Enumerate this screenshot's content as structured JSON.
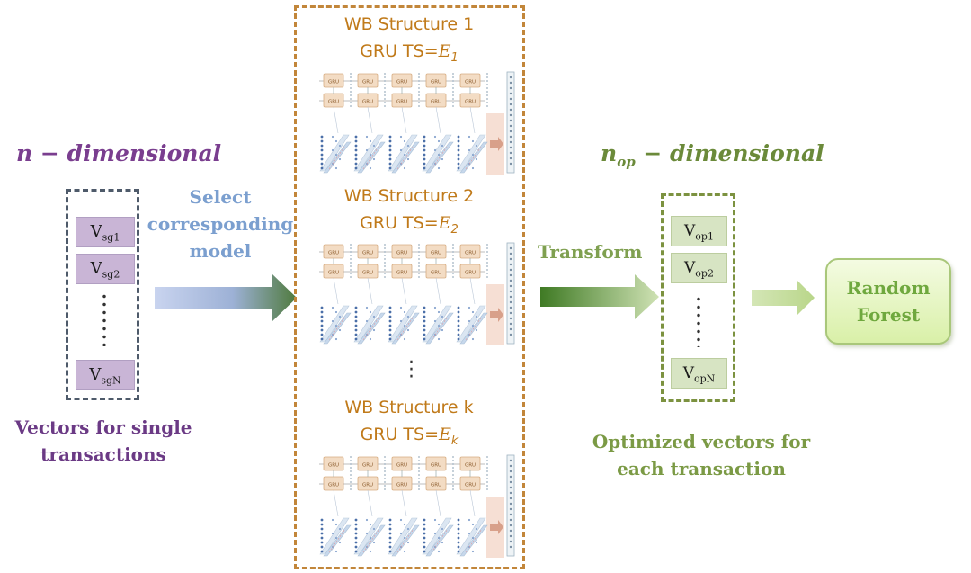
{
  "left": {
    "dim_label": "n − dimensional",
    "vectors": [
      {
        "main": "V",
        "sub": "sg1"
      },
      {
        "main": "V",
        "sub": "sg2"
      },
      {
        "main": "V",
        "sub": "sgN"
      }
    ],
    "caption_line1": "Vectors for single",
    "caption_line2": "transactions"
  },
  "select": {
    "line1": "Select",
    "line2": "corresponding",
    "line3": "model"
  },
  "middle": {
    "structures": [
      {
        "title": "WB Structure 1",
        "ts_prefix": "GRU TS=",
        "ts_symbol": "E",
        "ts_sub": "1"
      },
      {
        "title": "WB Structure 2",
        "ts_prefix": "GRU TS=",
        "ts_symbol": "E",
        "ts_sub": "2"
      },
      {
        "title": "WB Structure k",
        "ts_prefix": "GRU TS=",
        "ts_symbol": "E",
        "ts_sub": "k"
      }
    ],
    "ellipsis": "⋮",
    "cell_label": "GRU"
  },
  "transform": {
    "label": "Transform"
  },
  "right": {
    "dim_main": "n",
    "dim_sub": "op",
    "dim_rest": " − dimensional",
    "vectors": [
      {
        "main": "V",
        "sub": "op1"
      },
      {
        "main": "V",
        "sub": "op2"
      },
      {
        "main": "V",
        "sub": "opN"
      }
    ],
    "caption_line1": "Optimized vectors for",
    "caption_line2": "each transaction"
  },
  "random_forest": {
    "line1": "Random",
    "line2": "Forest"
  },
  "colors": {
    "left_accent": "#7a3e8f",
    "middle_border": "#c2863a",
    "right_accent": "#7c9240",
    "select_blue": "#7b9fcf",
    "transform_green": "#7fa050",
    "rf_green": "#6fa83e"
  }
}
